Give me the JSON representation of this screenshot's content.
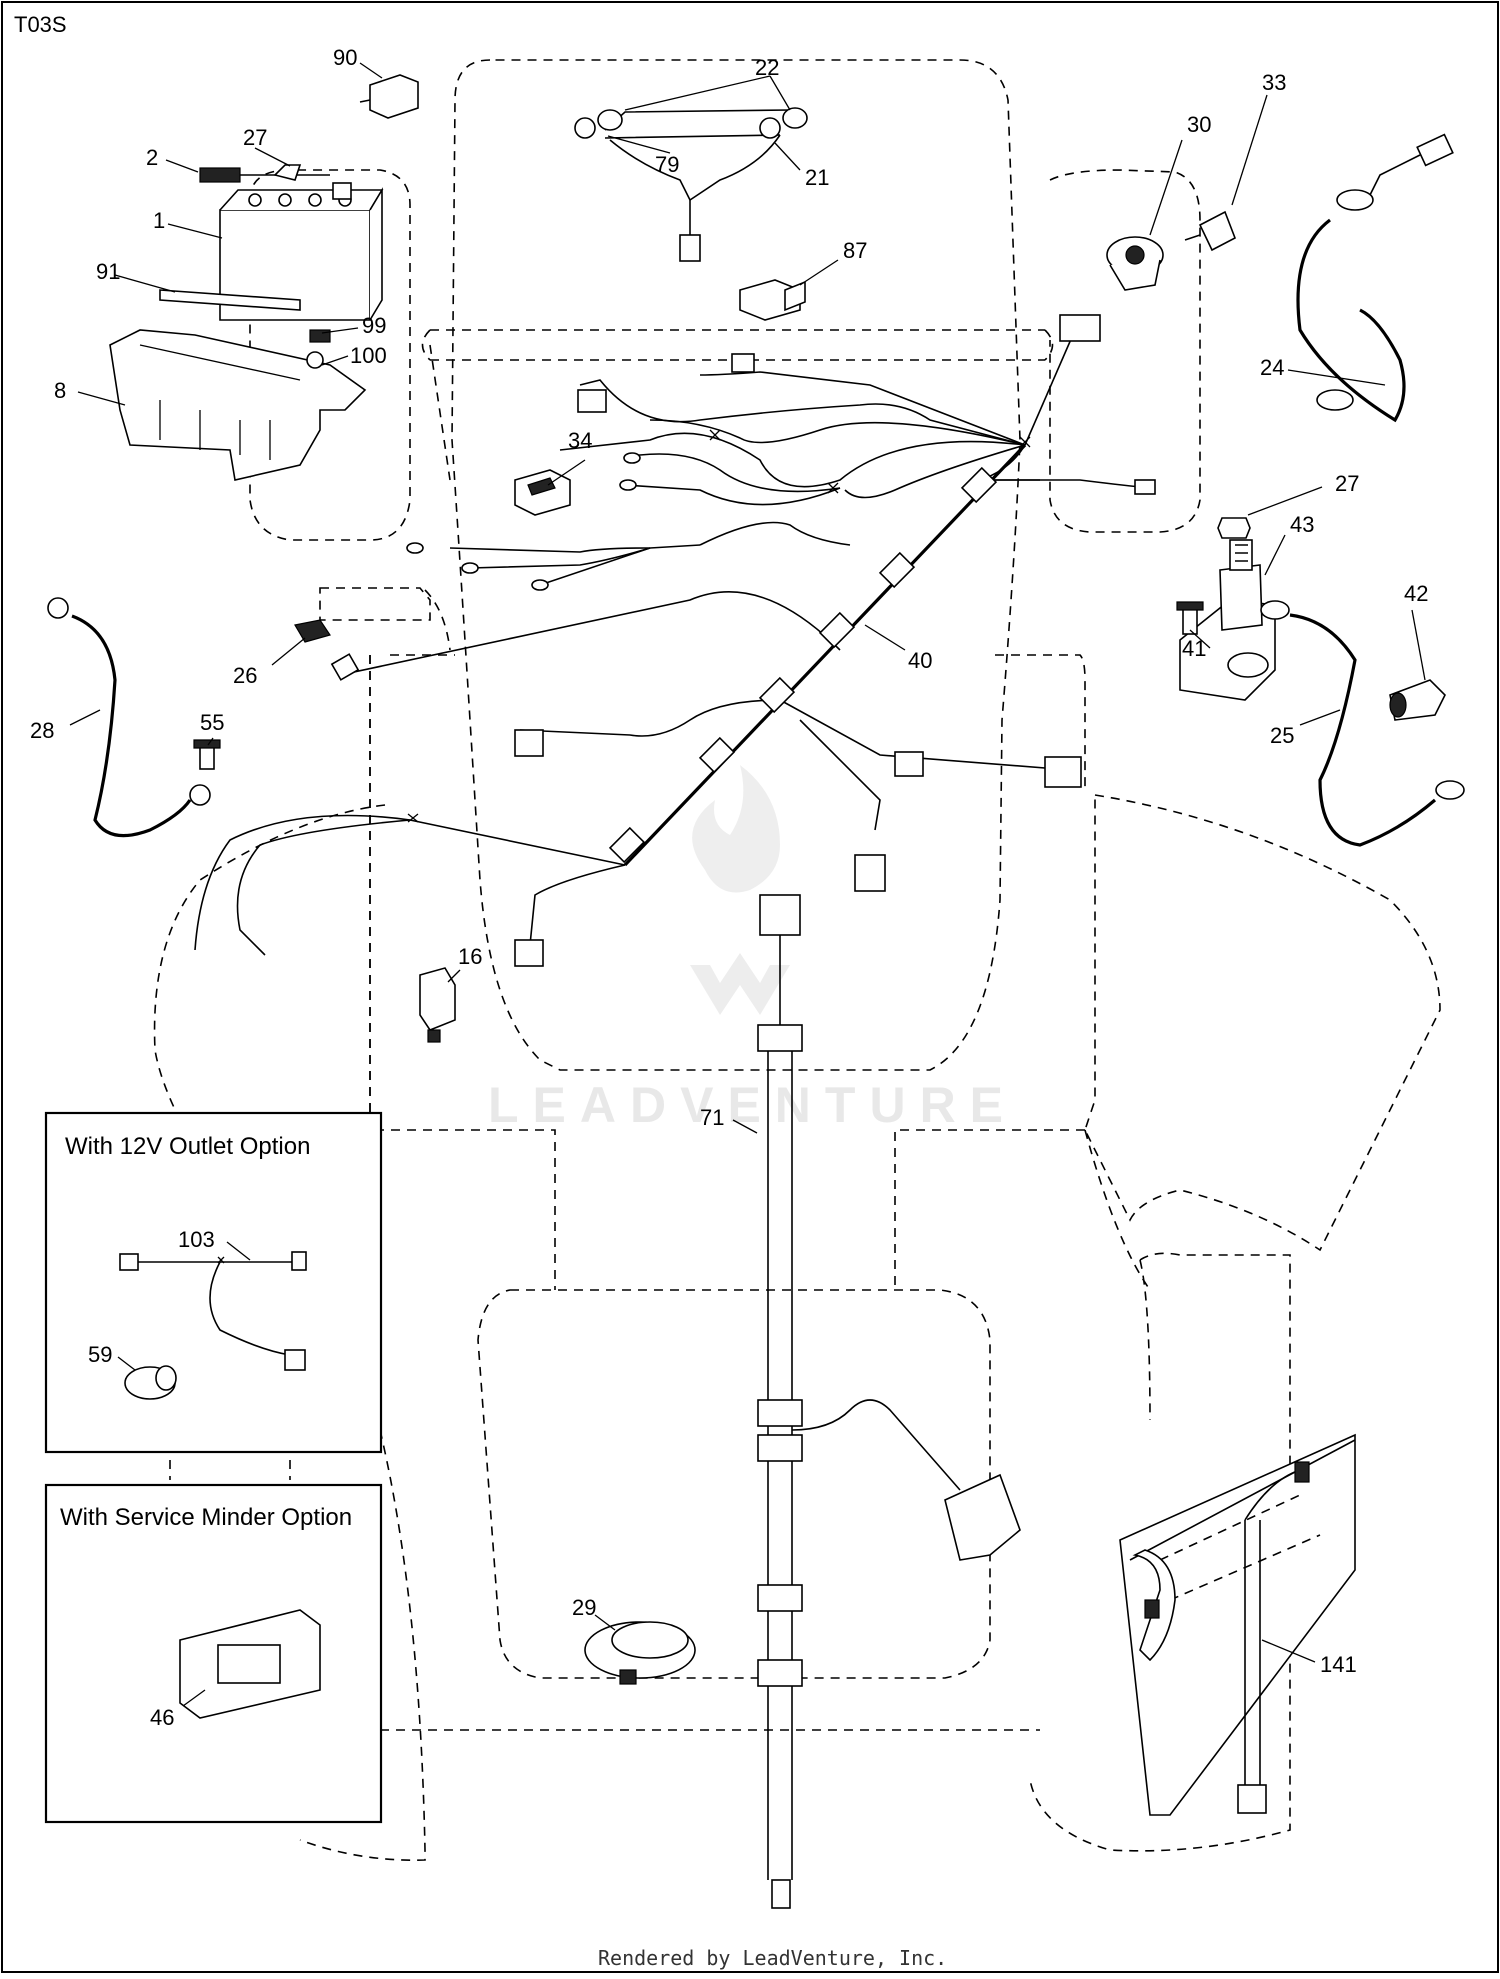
{
  "diagram": {
    "code": "T03S",
    "footer": "Rendered by LeadVenture, Inc.",
    "watermark": "LEADVENTURE",
    "option_boxes": {
      "outlet": {
        "title": "With 12V Outlet Option"
      },
      "minder": {
        "title": "With Service Minder Option"
      }
    },
    "callouts": {
      "c1": "1",
      "c2": "2",
      "c8": "8",
      "c16": "16",
      "c21": "21",
      "c22": "22",
      "c24": "24",
      "c25": "25",
      "c26": "26",
      "c27a": "27",
      "c27b": "27",
      "c28": "28",
      "c29": "29",
      "c30": "30",
      "c33": "33",
      "c34": "34",
      "c40": "40",
      "c41": "41",
      "c42": "42",
      "c43": "43",
      "c46": "46",
      "c55": "55",
      "c59": "59",
      "c71": "71",
      "c79": "79",
      "c87": "87",
      "c90": "90",
      "c91": "91",
      "c99": "99",
      "c100": "100",
      "c103": "103",
      "c141": "141"
    }
  }
}
